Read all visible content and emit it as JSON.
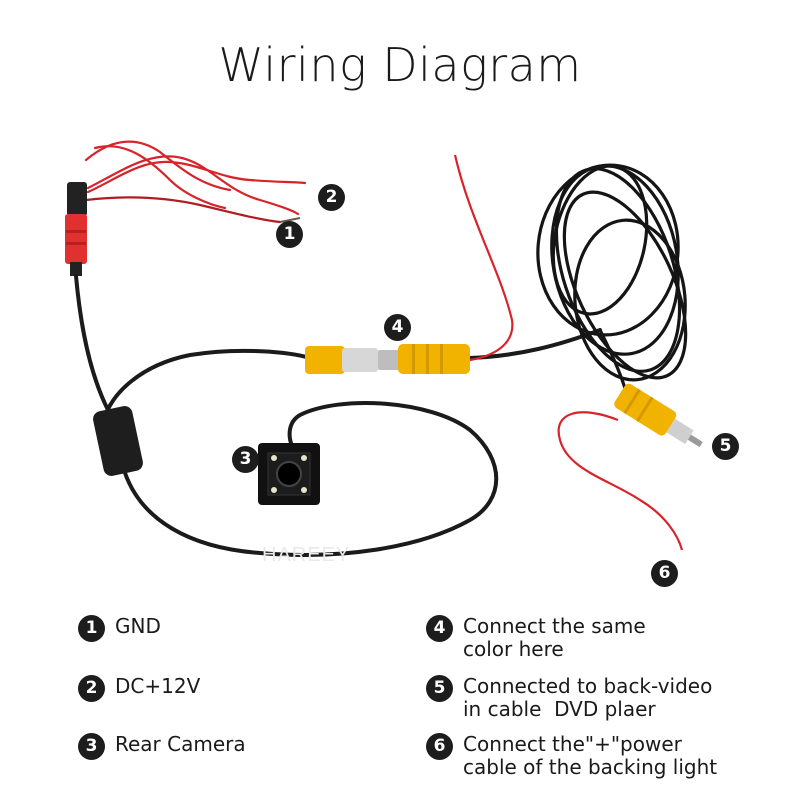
{
  "title": "Wiring Diagram",
  "watermark": "HAREEY",
  "callouts": [
    "1",
    "2",
    "3",
    "4",
    "5",
    "6"
  ],
  "legend": [
    {
      "num": "1",
      "lines": [
        "GND"
      ]
    },
    {
      "num": "2",
      "lines": [
        "DC+12V"
      ]
    },
    {
      "num": "3",
      "lines": [
        "Rear Camera"
      ]
    },
    {
      "num": "4",
      "lines": [
        "Connect the same",
        "color here"
      ]
    },
    {
      "num": "5",
      "lines": [
        "Connected to back-video",
        "in cable  DVD plaer"
      ]
    },
    {
      "num": "6",
      "lines": [
        "Connect the\"+\"power",
        "cable of the backing light"
      ]
    }
  ],
  "colors": {
    "cable": "#1b1b1b",
    "red_wire": "#d8232a",
    "rca_yellow": "#f2b200",
    "connector_red": "#e03030",
    "badge": "#1d1d1d"
  }
}
